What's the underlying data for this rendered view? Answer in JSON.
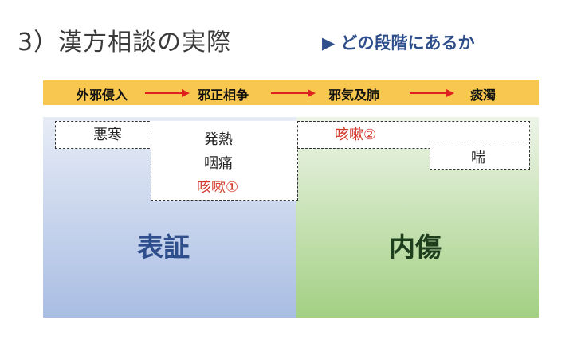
{
  "title": "3）漢方相談の実際",
  "subtitle": "▶ どの段階にあるか",
  "flow": {
    "stages": [
      "外邪侵入",
      "邪正相争",
      "邪気及肺",
      "痰濁"
    ],
    "arrow_color": "#e02020",
    "bar_color": "#f7c750"
  },
  "panels": {
    "left_label": "表証",
    "right_label": "内傷",
    "left_label_color": "#2f4e8c",
    "right_label_color": "#1e3f1e"
  },
  "symptoms": {
    "akan": "悪寒",
    "hatsunetsu": "発熱",
    "intsu": "咽痛",
    "gaisou1": "咳嗽①",
    "gaisou2": "咳嗽②",
    "zen": "喘"
  },
  "highlight_color": "#d23a2a"
}
